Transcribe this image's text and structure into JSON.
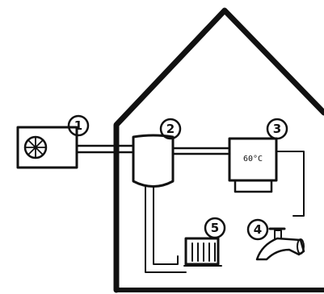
{
  "components": [
    {
      "number": "1",
      "name": "heat-pump"
    },
    {
      "number": "2",
      "name": "storage-tank"
    },
    {
      "number": "3",
      "name": "boiler",
      "display": "60°C"
    },
    {
      "number": "4",
      "name": "tap"
    },
    {
      "number": "5",
      "name": "radiator"
    }
  ],
  "colors": {
    "ink": "#111111",
    "background": "#ffffff"
  }
}
